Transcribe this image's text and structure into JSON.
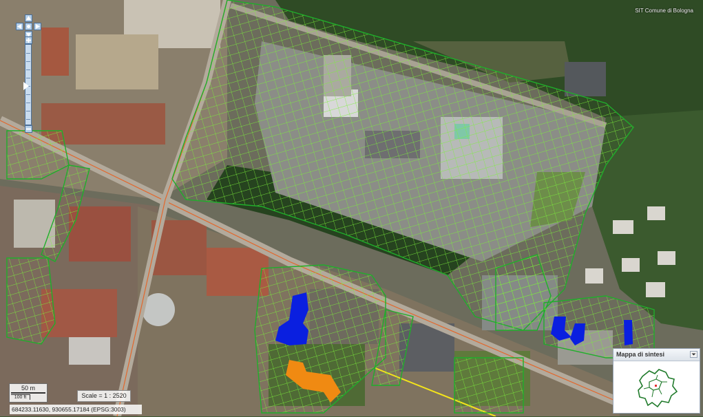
{
  "map": {
    "attribution": "SIT Comune di Bologna",
    "scale_metric": "50 m",
    "scale_imperial": "100 ft",
    "scale_ratio": "Scale = 1 : 2520",
    "coordinates": "684233.11630, 930655.17184 (EPSG:3003)",
    "colors": {
      "grid_overlay": "#7cf23a",
      "parcel_outline": "#1fae2b",
      "street_line": "#e2672c",
      "highlight_blue": "#0a1fe0",
      "highlight_orange": "#f08a12",
      "highlight_yellow": "#f5e51a"
    }
  },
  "overview": {
    "title": "Mappa di sintesi"
  },
  "controls": {
    "pan": [
      "pan-up-icon",
      "pan-left-icon",
      "pan-right-icon",
      "pan-down-icon"
    ],
    "zoom": [
      "zoom-in-icon",
      "zoom-out-icon"
    ]
  }
}
